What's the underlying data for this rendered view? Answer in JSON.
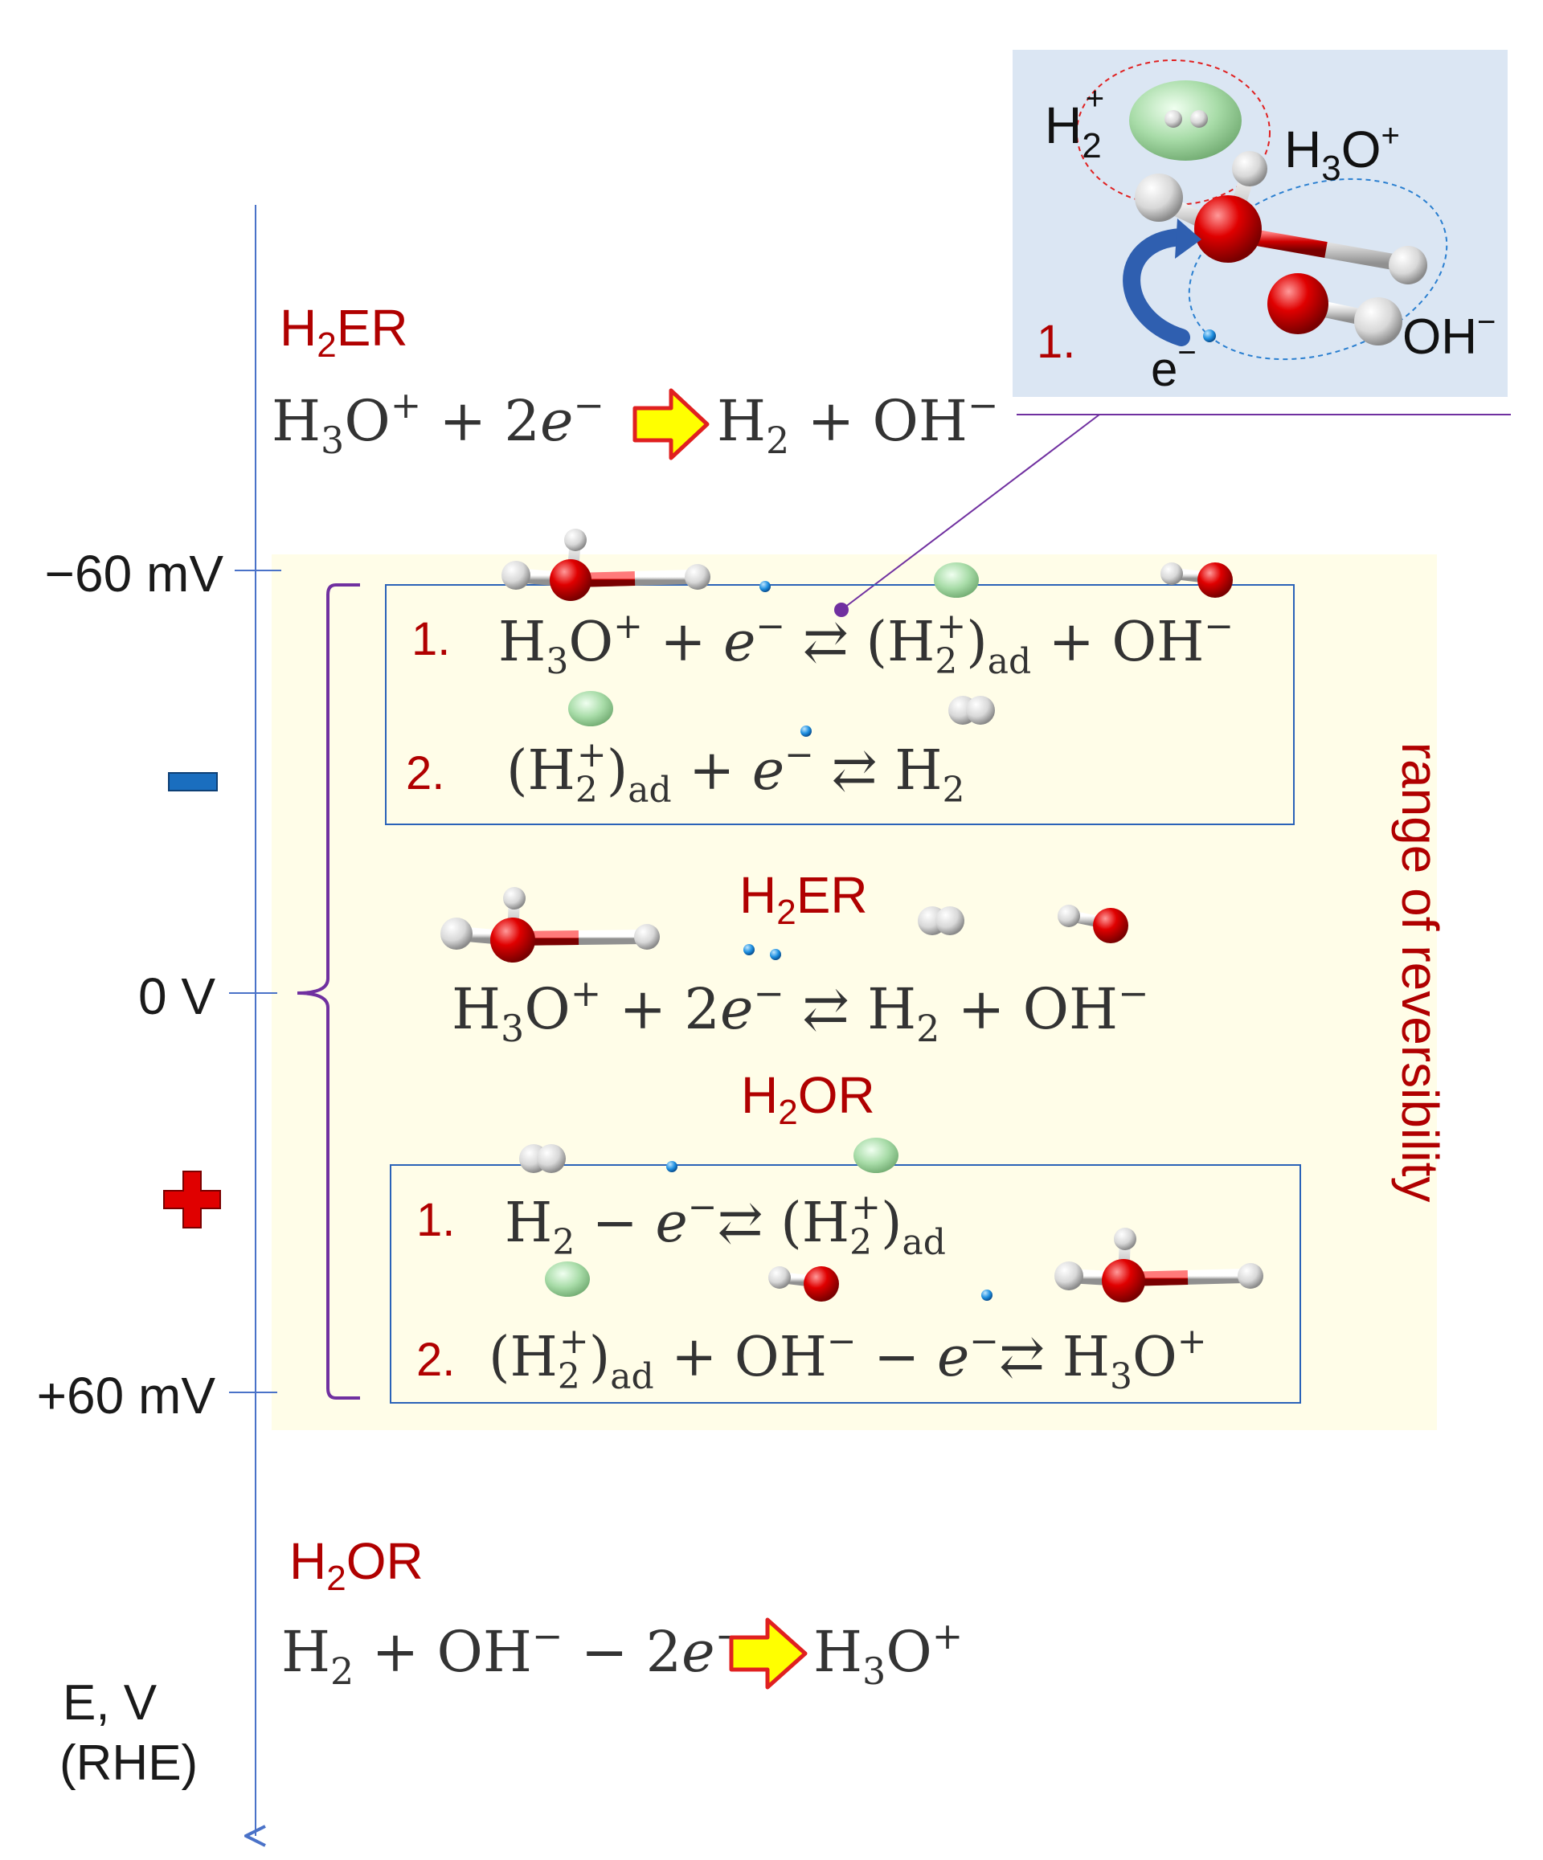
{
  "colors": {
    "axis": "#4a72c8",
    "title_red": "#b00000",
    "box_border": "#2a62b8",
    "highlight_bg": "#fffde8",
    "inset_bg": "#dbe6f3",
    "bracket": "#7030a0",
    "minus_sign": "#1a6ebf",
    "plus_sign": "#e00000",
    "electron": "#1e8fe0",
    "oxygen": "#e00000",
    "hydrogen": "#e8e8e8",
    "h2_plus": "#9bd39b",
    "arrow_fill": "#ffff00",
    "arrow_stroke": "#e02020"
  },
  "axis": {
    "label_line1": "E, V",
    "label_line2": "(RHE)",
    "ticks": [
      {
        "label": "−60 mV"
      },
      {
        "label": "0 V"
      },
      {
        "label": "+60 mV"
      }
    ],
    "minus_symbol": "minus-sign",
    "plus_symbol": "plus-sign"
  },
  "top_reaction": {
    "title_prefix": "H",
    "title_sub": "2",
    "title_suffix": "ER",
    "lhs_a": "H",
    "lhs_a_sub": "3",
    "lhs_a_tail": "O",
    "lhs_a_sup": "+",
    "lhs_plus": " + 2",
    "lhs_e": "e",
    "lhs_e_sup": "−",
    "rhs_a": "H",
    "rhs_a_sub": "2",
    "rhs_plus": " + OH",
    "rhs_sup": "−"
  },
  "inset": {
    "h2_label": "H",
    "h2_sub": "2",
    "h2_sup": "+",
    "h3o_label": "H",
    "h3o_sub": "3",
    "h3o_tail": "O",
    "h3o_sup": "+",
    "oh_label": "OH",
    "oh_sup": "−",
    "step": "1.",
    "e_label": "e",
    "e_sup": "−"
  },
  "reversibility_label": "range of reversibility",
  "her_box": {
    "step1_num": "1.",
    "step1": {
      "a": "H",
      "a_sub": "3",
      "a_tail": "O",
      "a_sup": "+",
      "plus": " + ",
      "e": "e",
      "e_sup": "−",
      "arrow": " ⇄ ",
      "p_open": "(H",
      "p_sub": "2",
      "p_sup": "+",
      "p_close": ")",
      "ad": "ad",
      "tail": " + OH",
      "tail_sup": "−"
    },
    "step2_num": "2.",
    "step2": {
      "p_open": "(H",
      "p_sub": "2",
      "p_sup": "+",
      "p_close": ")",
      "ad": "ad",
      "plus": " + ",
      "e": "e",
      "e_sup": "−",
      "arrow": " ⇄ ",
      "h": "H",
      "h_sub": "2"
    }
  },
  "middle": {
    "her_prefix": "H",
    "her_sub": "2",
    "her_suffix": "ER",
    "eq": {
      "a": "H",
      "a_sub": "3",
      "a_tail": "O",
      "a_sup": "+",
      "plus": " + 2",
      "e": "e",
      "e_sup": "−",
      "arrow": " ⇄ ",
      "h": "H",
      "h_sub": "2",
      "tail": " + OH",
      "tail_sup": "−"
    },
    "hor_prefix": "H",
    "hor_sub": "2",
    "hor_suffix": "OR"
  },
  "hor_box": {
    "step1_num": "1.",
    "step1": {
      "h": "H",
      "h_sub": "2",
      "minus": " − ",
      "e": "e",
      "e_sup": "−",
      "arrow": "⇄ ",
      "p_open": "(H",
      "p_sub": "2",
      "p_sup": "+",
      "p_close": ")",
      "ad": "ad"
    },
    "step2_num": "2.",
    "step2": {
      "p_open": "(H",
      "p_sub": "2",
      "p_sup": "+",
      "p_close": ")",
      "ad": "ad",
      "plus": " + OH",
      "plus_sup": "−",
      "minus": " − ",
      "e": "e",
      "e_sup": "−",
      "arrow": "⇄ ",
      "a": "H",
      "a_sub": "3",
      "a_tail": "O",
      "a_sup": "+"
    }
  },
  "bottom_reaction": {
    "title_prefix": "H",
    "title_sub": "2",
    "title_suffix": "OR",
    "lhs_h": "H",
    "lhs_h_sub": "2",
    "lhs_plus": " + OH",
    "lhs_sup": "−",
    "lhs_minus": " − 2",
    "lhs_e": "e",
    "lhs_e_sup": "−",
    "rhs_a": "H",
    "rhs_a_sub": "3",
    "rhs_a_tail": "O",
    "rhs_a_sup": "+"
  }
}
